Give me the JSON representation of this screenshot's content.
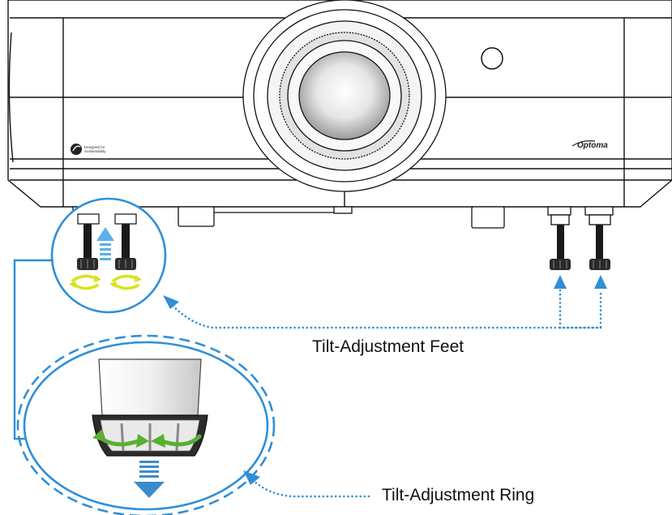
{
  "labels": {
    "feet": "Tilt-Adjustment Feet",
    "ring": "Tilt-Adjustment Ring"
  },
  "brand": {
    "logo_text": "Optoma",
    "badge_text": "Designed for Sustainability"
  },
  "colors": {
    "callout_blue": "#2f8fd8",
    "arrow_yellow": "#d9e21a",
    "arrow_green": "#58b030",
    "outline": "#111111"
  }
}
